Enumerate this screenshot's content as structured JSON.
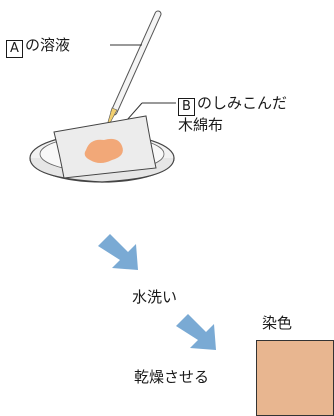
{
  "labels": {
    "a_box": "A",
    "a_text": "の溶液",
    "b_box": "B",
    "b_text": "のしみこんだ",
    "b_text2": "木綿布",
    "wash": "水洗い",
    "dry": "乾燥させる",
    "dyed": "染色"
  },
  "colors": {
    "stain": "#f2a878",
    "dyed_swatch": "#e8b690",
    "arrow": "#7aaad4",
    "cloth": "#eeeeee",
    "dish": "#f0f0f0"
  },
  "icons": [
    "dropper-icon",
    "petri-dish-icon",
    "cloth-icon",
    "arrow-down-right-icon"
  ]
}
